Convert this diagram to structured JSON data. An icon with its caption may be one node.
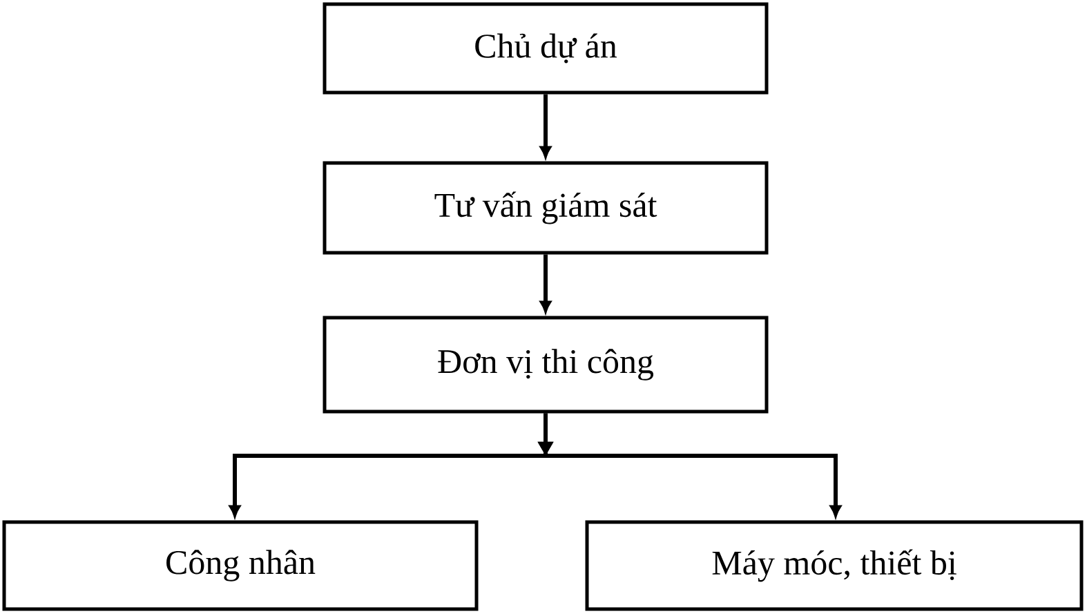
{
  "diagram": {
    "nodes": [
      {
        "text": [
          "Chủ dự án"
        ]
      },
      {
        "text": [
          "Tư vấn giám sát"
        ]
      },
      {
        "text": [
          "Đơn vị thi công"
        ]
      },
      {
        "text": [
          "Công nhân"
        ]
      },
      {
        "text": [
          "Máy móc, thiết bị"
        ]
      }
    ],
    "edges": [
      {
        "from": 0,
        "to": 1,
        "arrow": "to"
      },
      {
        "from": 1,
        "to": 2,
        "arrow": "to"
      },
      {
        "from": 2,
        "to": 3,
        "arrow": "to"
      },
      {
        "from": 2,
        "to": 4,
        "arrow": "to"
      }
    ]
  }
}
